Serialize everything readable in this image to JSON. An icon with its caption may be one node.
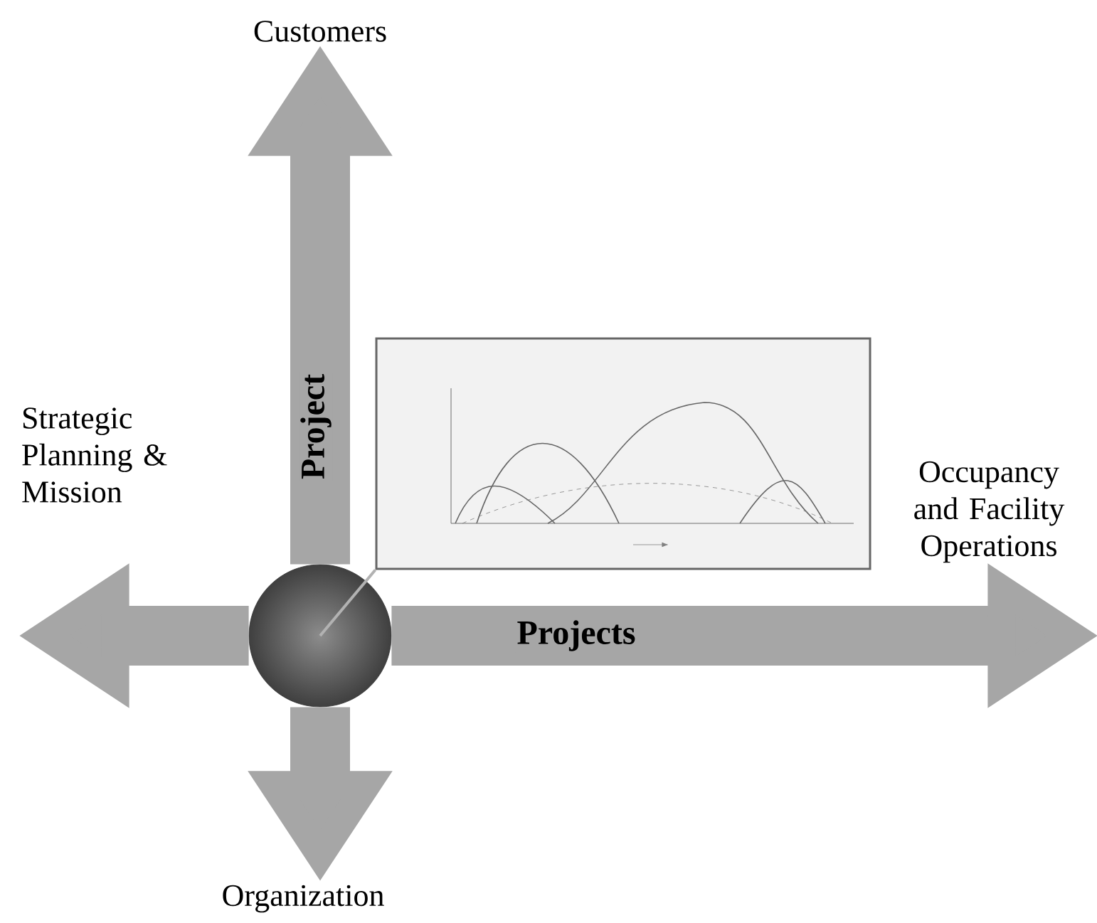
{
  "diagram": {
    "nodes": [
      {
        "text": [],
        "shape": "circle"
      },
      {
        "text": [
          "Customers"
        ]
      },
      {
        "text": [
          "Strategic Planning & Mission"
        ]
      },
      {
        "text": [
          "Occupancy and Facility Operations"
        ]
      },
      {
        "text": [
          "Organization"
        ]
      },
      {
        "text": [],
        "shape": "picture"
      }
    ],
    "edges": [
      {
        "from": 0,
        "to": 1,
        "arrow": "to",
        "label": "Project"
      },
      {
        "from": 0,
        "to": 2,
        "arrow": "to"
      },
      {
        "from": 0,
        "to": 3,
        "arrow": "to",
        "label": "Projects"
      },
      {
        "from": 0,
        "to": 4,
        "arrow": "to"
      },
      {
        "from": 5,
        "to": 0,
        "arrow": "none"
      }
    ]
  }
}
